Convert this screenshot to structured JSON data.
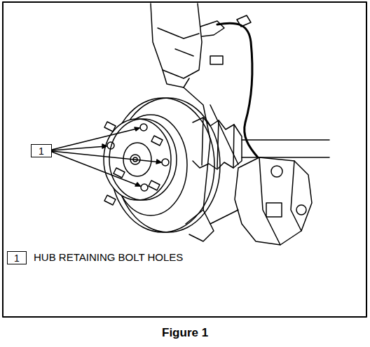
{
  "diagram": {
    "caption": "Figure 1",
    "nodes": [
      {
        "text": [
          "1"
        ]
      },
      {
        "text": [
          "1"
        ]
      }
    ],
    "labels": [
      "HUB RETAINING BOLT HOLES"
    ]
  }
}
